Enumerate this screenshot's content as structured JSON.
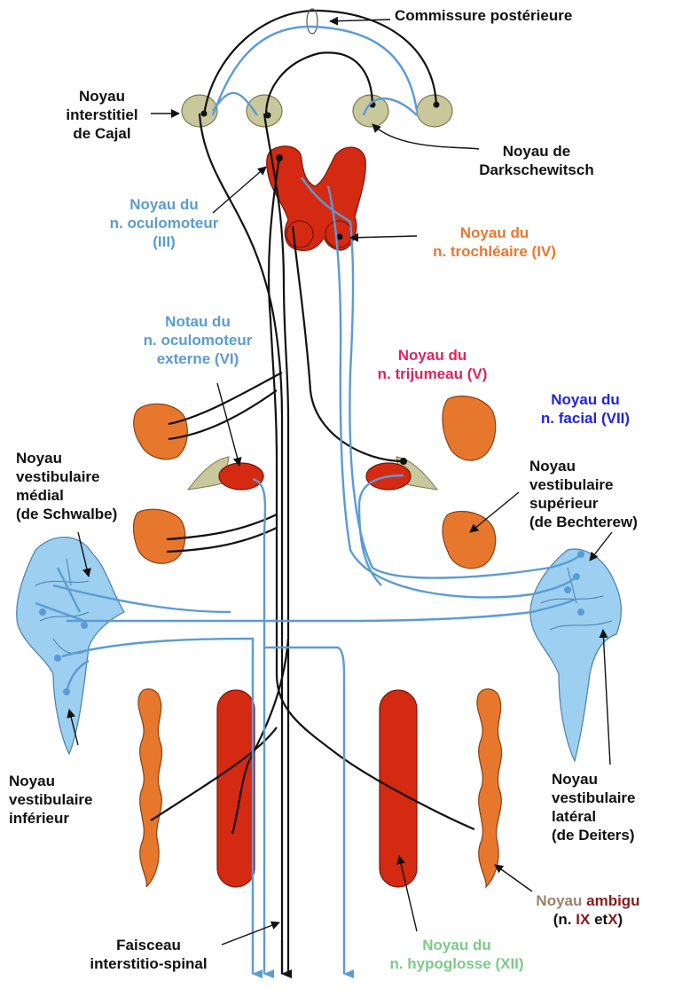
{
  "colors": {
    "blue_fiber": "#5b9bd5",
    "black_fiber": "#111111",
    "red_nucleus": "#d42a12",
    "orange_nucleus": "#e8772e",
    "vestibular": "#9ccff0",
    "olive": "#c9c79c"
  },
  "labels": {
    "commissure": "Commissure postérieure",
    "cajal": [
      "Noyau",
      "interstitiel",
      "de Cajal"
    ],
    "darkschewitsch": [
      "Noyau de",
      "Darkschewitsch"
    ],
    "oculomoteur": [
      "Noyau du",
      "n. oculomoteur",
      "(III)"
    ],
    "trochleaire": [
      "Noyau du",
      "n. trochléaire (IV)"
    ],
    "oculomoteur_externe": [
      "Notau du",
      "n. oculomoteur",
      "externe (VI)"
    ],
    "trijumeau": [
      "Noyau du",
      "n. trijumeau (V)"
    ],
    "facial": [
      "Noyau du",
      "n. facial (VII)"
    ],
    "vestib_medial": [
      "Noyau",
      "vestibulaire",
      "médial",
      "(de Schwalbe)"
    ],
    "vestib_superieur": [
      "Noyau",
      "vestibulaire",
      "supérieur",
      "(de Bechterew)"
    ],
    "vestib_inferieur": [
      "Noyau",
      "vestibulaire",
      "inférieur"
    ],
    "vestib_lateral": [
      "Noyau",
      "vestibulaire",
      "latéral",
      "(de Deiters)"
    ],
    "ambigu": {
      "part1": "Noyau",
      "part2": "ambigu",
      "line2_a": "(n.",
      "line2_b": "IX",
      "line2_c": "et",
      "line2_d": "X",
      "line2_e": ")"
    },
    "faisceau": [
      "Faisceau",
      "interstitio-spinal"
    ],
    "hypoglosse": [
      "Noyau du",
      "n. hypoglosse (XII)"
    ]
  }
}
